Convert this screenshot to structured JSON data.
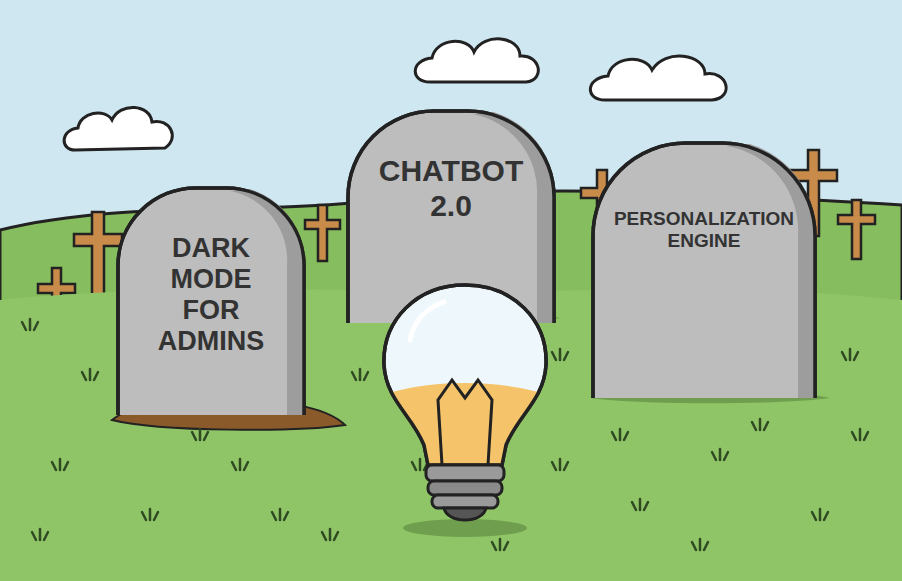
{
  "diagram": {
    "nodes": [
      {
        "text": [
          "DARK MODE FOR ADMINS"
        ]
      },
      {
        "text": [
          "CHATBOT 2.0"
        ]
      },
      {
        "text": [
          "PERSONALIZATION ENGINE"
        ]
      }
    ]
  }
}
